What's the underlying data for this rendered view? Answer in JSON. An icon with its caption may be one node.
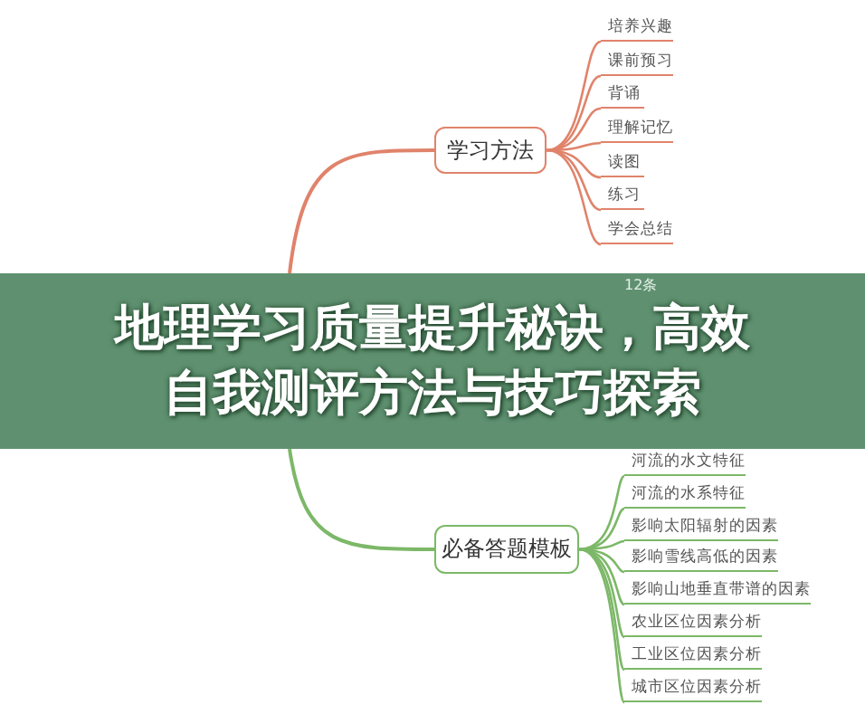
{
  "diagram": {
    "title": "地理学习质量提升秘诀，高效自我测评方法与技巧探索",
    "nodes": [
      {
        "text": [
          "学习方法"
        ]
      },
      {
        "text": [
          "培养兴趣"
        ]
      },
      {
        "text": [
          "课前预习"
        ]
      },
      {
        "text": [
          "背诵"
        ]
      },
      {
        "text": [
          "理解记忆"
        ]
      },
      {
        "text": [
          "读图"
        ]
      },
      {
        "text": [
          "练习"
        ]
      },
      {
        "text": [
          "学会总结"
        ]
      },
      {
        "text": [
          "必备答题模板"
        ]
      },
      {
        "text": [
          "河流的水文特征"
        ]
      },
      {
        "text": [
          "河流的水系特征"
        ]
      },
      {
        "text": [
          "影响太阳辐射的因素"
        ]
      },
      {
        "text": [
          "影响雪线高低的因素"
        ]
      },
      {
        "text": [
          "影响山地垂直带谱的因素"
        ]
      },
      {
        "text": [
          "农业区位因素分析"
        ]
      },
      {
        "text": [
          "工业区位因素分析"
        ]
      },
      {
        "text": [
          "城市区位因素分析"
        ]
      }
    ],
    "edges": [
      {
        "from": null,
        "to": 0,
        "arrow": "none",
        "color": "#e0836b"
      },
      {
        "from": 0,
        "to": 1,
        "arrow": "none",
        "color": "#e0836b"
      },
      {
        "from": 0,
        "to": 2,
        "arrow": "none",
        "color": "#e0836b"
      },
      {
        "from": 0,
        "to": 3,
        "arrow": "none",
        "color": "#e0836b"
      },
      {
        "from": 0,
        "to": 4,
        "arrow": "none",
        "color": "#e0836b"
      },
      {
        "from": 0,
        "to": 5,
        "arrow": "none",
        "color": "#e0836b"
      },
      {
        "from": 0,
        "to": 6,
        "arrow": "none",
        "color": "#e0836b"
      },
      {
        "from": 0,
        "to": 7,
        "arrow": "none",
        "color": "#e0836b"
      },
      {
        "from": null,
        "to": 8,
        "arrow": "none"
      },
      {
        "from": 8,
        "to": 9,
        "arrow": "none"
      },
      {
        "from": 8,
        "to": 10,
        "arrow": "none"
      },
      {
        "from": 8,
        "to": 11,
        "arrow": "none"
      },
      {
        "from": 8,
        "to": 12,
        "arrow": "none"
      },
      {
        "from": 8,
        "to": 13,
        "arrow": "none"
      },
      {
        "from": 8,
        "to": 14,
        "arrow": "none"
      },
      {
        "from": 8,
        "to": 15,
        "arrow": "none"
      },
      {
        "from": 8,
        "to": 16,
        "arrow": "none"
      }
    ],
    "labels": [
      "12条"
    ]
  }
}
